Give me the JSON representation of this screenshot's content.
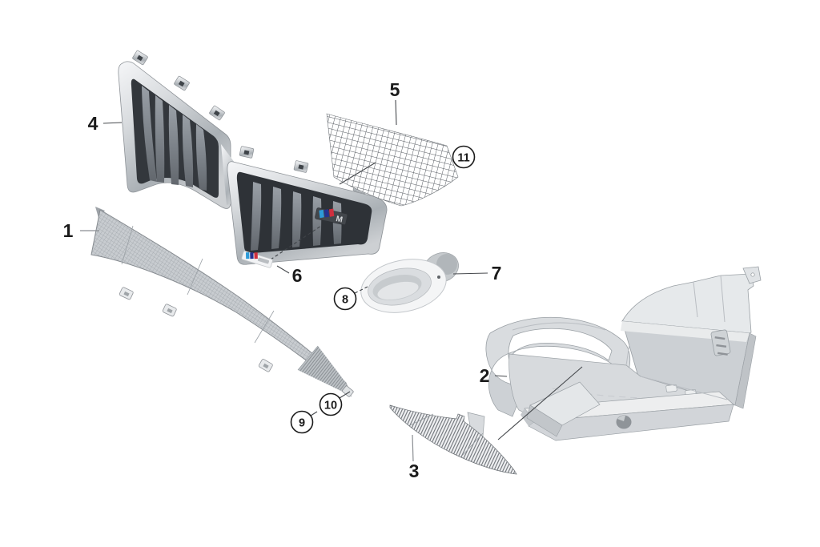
{
  "colors": {
    "background": "#ffffff",
    "highlight_callout": "#C8860E",
    "callout_ink": "#1b1b1b",
    "leader_line": "#46494d",
    "grille_frame_silver": "#c9cdd1",
    "grille_interior_dark": "#33373c",
    "emblem_stripe_lightblue": "#2d9bd8",
    "emblem_stripe_darkblue": "#24318f",
    "emblem_stripe_red": "#cf2f3e"
  },
  "emblem": {
    "text": "M"
  },
  "callouts": {
    "c1": {
      "label": "1",
      "style": "plain",
      "highlighted": true
    },
    "c2": {
      "label": "2",
      "style": "plain",
      "highlighted": false
    },
    "c3": {
      "label": "3",
      "style": "plain",
      "highlighted": false
    },
    "c4": {
      "label": "4",
      "style": "plain",
      "highlighted": false
    },
    "c5": {
      "label": "5",
      "style": "plain",
      "highlighted": false
    },
    "c6": {
      "label": "6",
      "style": "plain",
      "highlighted": false
    },
    "c7": {
      "label": "7",
      "style": "plain",
      "highlighted": false
    },
    "c8": {
      "label": "8",
      "style": "circled",
      "highlighted": false
    },
    "c9": {
      "label": "9",
      "style": "circled",
      "highlighted": false
    },
    "c10": {
      "label": "10",
      "style": "circled",
      "highlighted": false
    },
    "c11": {
      "label": "11",
      "style": "circled",
      "highlighted": false
    }
  }
}
